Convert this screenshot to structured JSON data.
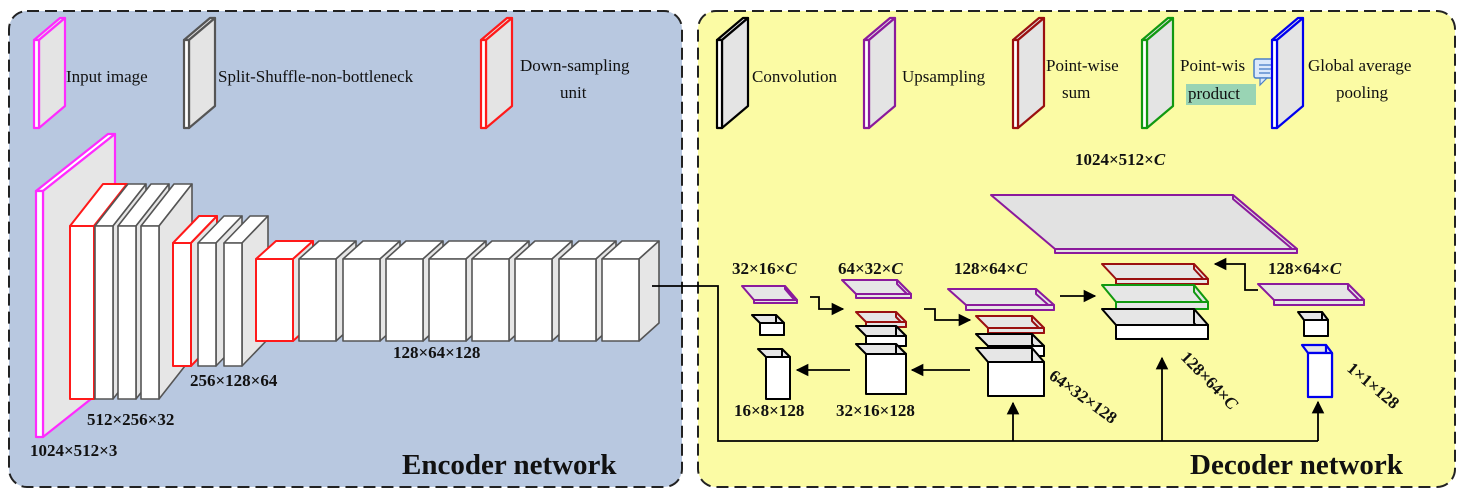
{
  "colors": {
    "encoder_bg": "#b8c8e0",
    "decoder_bg": "#fbfba4",
    "input": "#ff2bff",
    "split_shuffle": "#555555",
    "downsampling": "#ff1a1a",
    "convolution": "#000000",
    "upsampling": "#8b1a9c",
    "pointwise_sum": "#9a1010",
    "pointwise_product": "#119911",
    "global_avg_pool": "#0000ee",
    "highlight": "#99d4b4"
  },
  "encoder": {
    "title": "Encoder network",
    "legend": {
      "input_image": "Input image",
      "split_shuffle": "Split-Shuffle-non-bottleneck",
      "downsampling_line1": "Down-sampling",
      "downsampling_line2": "unit"
    },
    "dims": {
      "d1": "1024×512×3",
      "d2": "512×256×32",
      "d3": "256×128×64",
      "d4": "128×64×128"
    }
  },
  "decoder": {
    "title": "Decoder network",
    "legend": {
      "convolution": "Convolution",
      "upsampling": "Upsampling",
      "pointwise_sum_line1": "Point-wise",
      "pointwise_sum_line2": "sum",
      "pointwise_product_line1": "Point-wis",
      "pointwise_product_line2": "product",
      "gap_line1": "Global average",
      "gap_line2": "pooling"
    },
    "dims": {
      "top": "1024×512×",
      "b1": "32×16×",
      "b2": "64×32×",
      "b3": "128×64×",
      "b4": "128×64×",
      "f1": "16×8×128",
      "f2": "32×16×128",
      "f3": "64×32×128",
      "f4": "128×64×",
      "f5": "1×1×128",
      "c_symbol": "C"
    }
  },
  "icons": {
    "comment": "comment-icon"
  }
}
